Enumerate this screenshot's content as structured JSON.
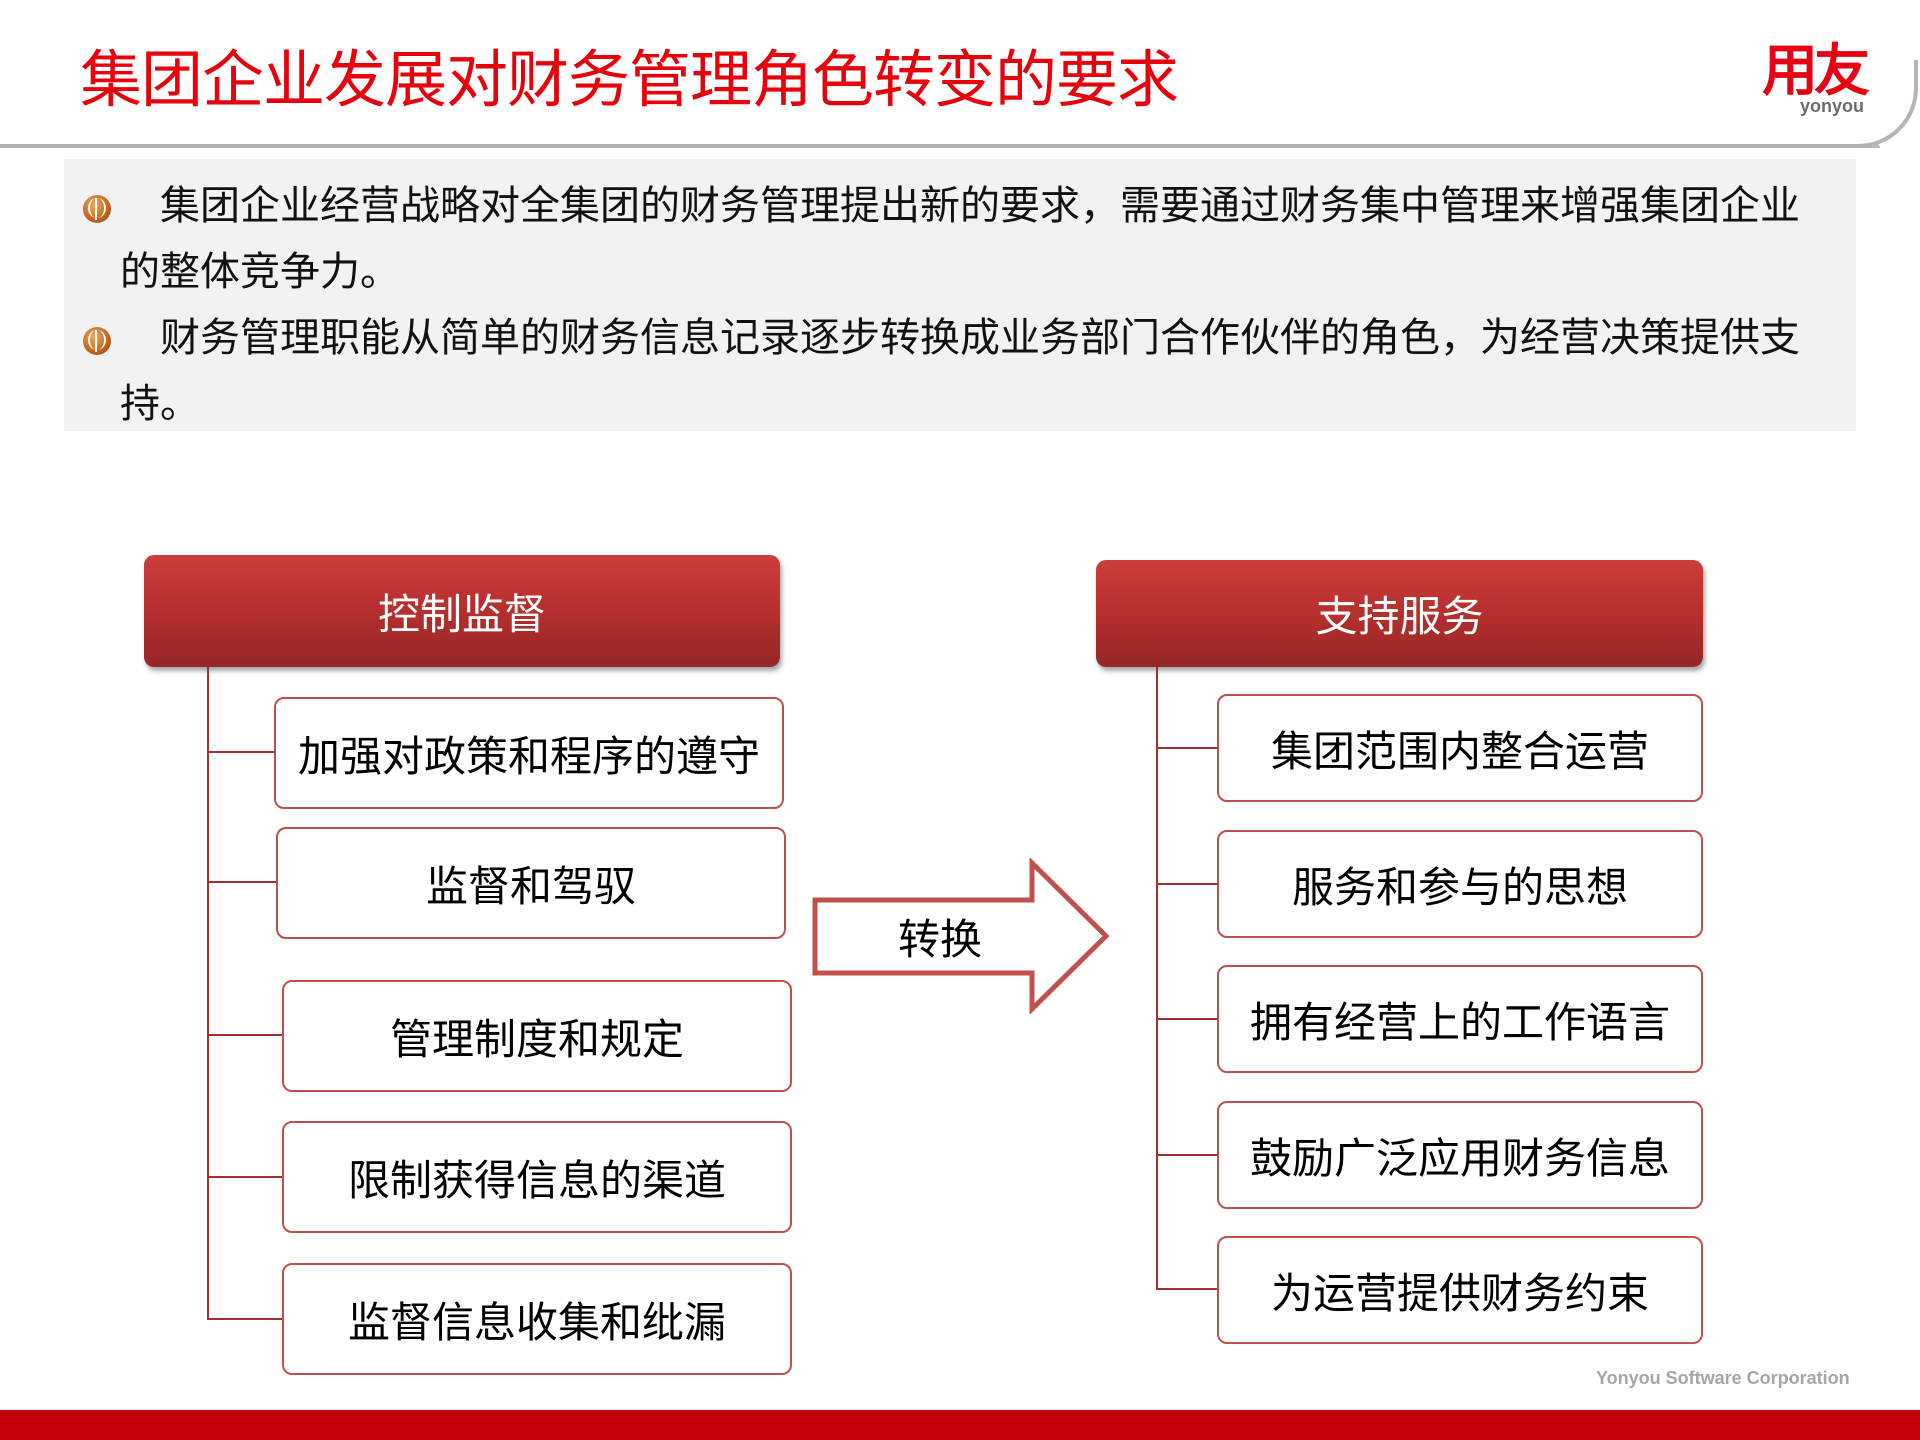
{
  "slide": {
    "title": "集团企业发展对财务管理角色转变的要求",
    "logo": {
      "cn": "用友",
      "en": "yonyou"
    },
    "footer": "Yonyou Software Corporation",
    "colors": {
      "title": "#e8000b",
      "accent_dark_red": "#a0302e",
      "box_border": "#c0504d",
      "footer_bar": "#c4000b",
      "intro_bg": "#f2f2f2"
    }
  },
  "intro": {
    "bullet_icon": "basketball-bullet-icon",
    "bullets": [
      "集团企业经营战略对全集团的财务管理提出新的要求，需要通过财务集中管理来增强集团企业的整体竞争力。",
      "财务管理职能从简单的财务信息记录逐步转换成业务部门合作伙伴的角色，为经营决策提供支持。"
    ]
  },
  "diagram": {
    "left": {
      "header": "控制监督",
      "items": [
        "加强对政策和程序的遵守",
        "监督和驾驭",
        "管理制度和规定",
        "限制获得信息的渠道",
        "监督信息收集和纰漏"
      ]
    },
    "arrow": {
      "label": "转换"
    },
    "right": {
      "header": "支持服务",
      "items": [
        "集团范围内整合运营",
        "服务和参与的思想",
        "拥有经营上的工作语言",
        "鼓励广泛应用财务信息",
        "为运营提供财务约束"
      ]
    }
  }
}
